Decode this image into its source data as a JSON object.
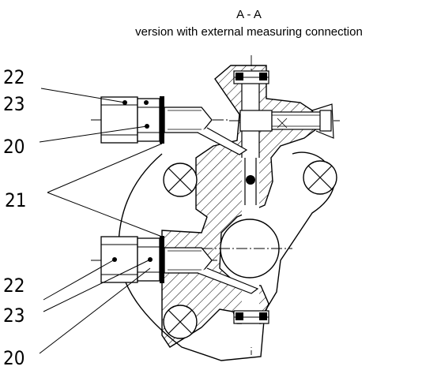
{
  "header": {
    "section_label": "A - A",
    "subtitle": "version with external measuring connection"
  },
  "callouts": {
    "top_22": "22",
    "top_23": "23",
    "top_20": "20",
    "mid_21": "21",
    "bot_22": "22",
    "bot_23": "23",
    "bot_20": "20"
  },
  "colors": {
    "line": "#000000",
    "background": "#ffffff"
  }
}
